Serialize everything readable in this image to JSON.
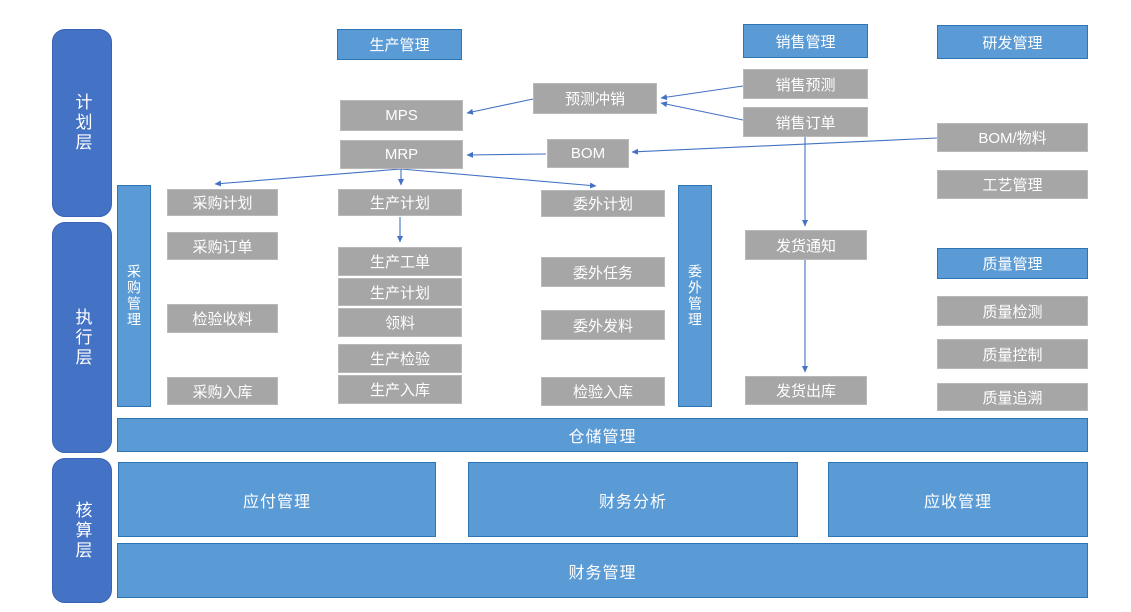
{
  "colors": {
    "layer_fill": "#4472C4",
    "module_fill": "#5B9BD5",
    "module_border": "#2E75B6",
    "process_fill": "#A6A6A6",
    "arrow": "#4472C4",
    "text": "#FFFFFF"
  },
  "layers": {
    "plan": {
      "label": "计划层"
    },
    "execute": {
      "label": "执行层"
    },
    "account": {
      "label": "核算层"
    }
  },
  "boxes": {
    "production_mgmt": {
      "label": "生产管理"
    },
    "sales_mgmt": {
      "label": "销售管理"
    },
    "rd_mgmt": {
      "label": "研发管理"
    },
    "quality_mgmt": {
      "label": "质量管理"
    },
    "purchase_mgmt": {
      "label": "采购管理"
    },
    "outsource_mgmt": {
      "label": "委外管理"
    },
    "mps": {
      "label": "MPS"
    },
    "mrp": {
      "label": "MRP"
    },
    "forecast_offset": {
      "label": "预测冲销"
    },
    "bom": {
      "label": "BOM"
    },
    "sales_forecast": {
      "label": "销售预测"
    },
    "sales_order": {
      "label": "销售订单"
    },
    "bom_material": {
      "label": "BOM/物料"
    },
    "process_mgmt": {
      "label": "工艺管理"
    },
    "purchase_plan": {
      "label": "采购计划"
    },
    "purchase_order": {
      "label": "采购订单"
    },
    "inspect_receive": {
      "label": "检验收料"
    },
    "purchase_in": {
      "label": "采购入库"
    },
    "prod_plan": {
      "label": "生产计划"
    },
    "prod_workorder": {
      "label": "生产工单"
    },
    "prod_plan2": {
      "label": "生产计划"
    },
    "material_pick": {
      "label": "领料"
    },
    "prod_inspect": {
      "label": "生产检验"
    },
    "prod_in": {
      "label": "生产入库"
    },
    "outsource_plan": {
      "label": "委外计划"
    },
    "outsource_task": {
      "label": "委外任务"
    },
    "outsource_issue": {
      "label": "委外发料"
    },
    "inspect_in": {
      "label": "检验入库"
    },
    "delivery_notice": {
      "label": "发货通知"
    },
    "delivery_out": {
      "label": "发货出库"
    },
    "quality_inspect": {
      "label": "质量检测"
    },
    "quality_control": {
      "label": "质量控制"
    },
    "quality_trace": {
      "label": "质量追溯"
    },
    "warehouse_mgmt": {
      "label": "仓储管理"
    },
    "payable_mgmt": {
      "label": "应付管理"
    },
    "finance_analysis": {
      "label": "财务分析"
    },
    "receivable_mgmt": {
      "label": "应收管理"
    },
    "finance_mgmt": {
      "label": "财务管理"
    }
  },
  "connections": [
    {
      "from": "销售预测",
      "to": "预测冲销"
    },
    {
      "from": "销售订单",
      "to": "预测冲销"
    },
    {
      "from": "预测冲销",
      "to": "MPS"
    },
    {
      "from": "BOM",
      "to": "MRP"
    },
    {
      "from": "BOM/物料",
      "to": "BOM"
    },
    {
      "from": "MRP",
      "to": "采购计划"
    },
    {
      "from": "MRP",
      "to": "生产计划"
    },
    {
      "from": "MRP",
      "to": "委外计划"
    },
    {
      "from": "生产计划",
      "to": "生产工单"
    },
    {
      "from": "销售订单",
      "to": "发货通知"
    },
    {
      "from": "发货通知",
      "to": "发货出库"
    }
  ]
}
